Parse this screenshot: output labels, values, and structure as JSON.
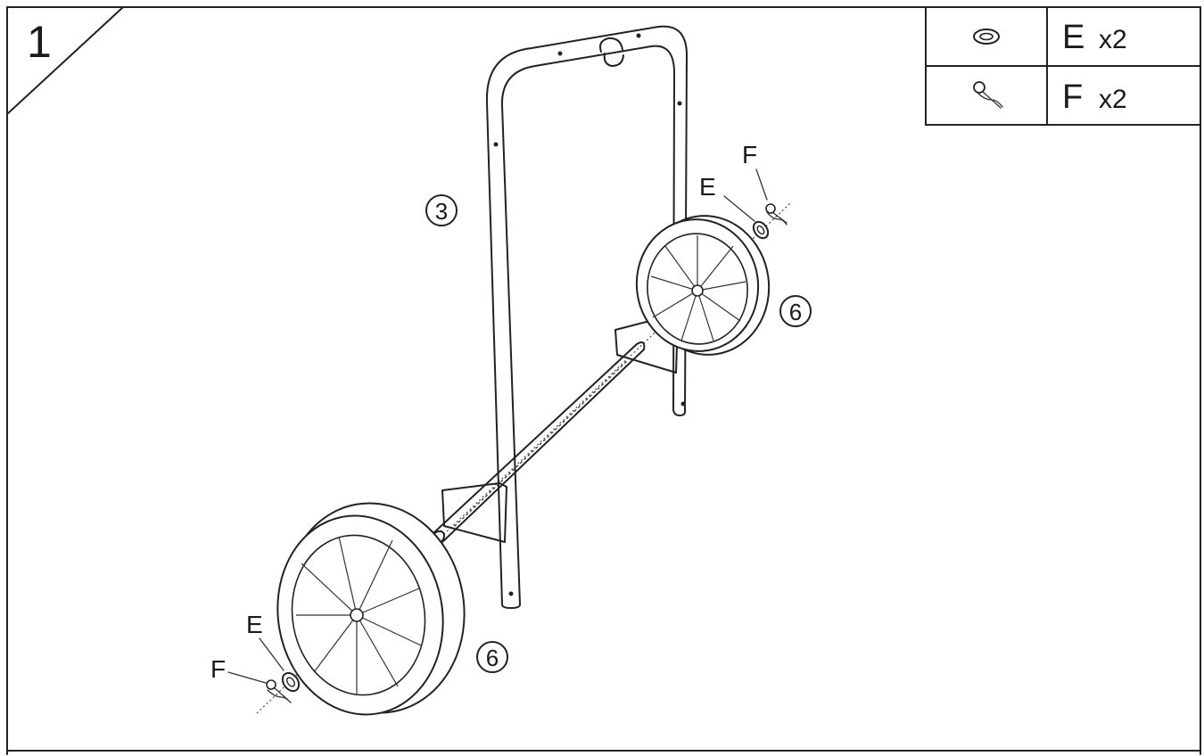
{
  "step": {
    "number": "1"
  },
  "parts_table": {
    "rows": [
      {
        "icon": "washer-icon",
        "label": "E",
        "qty": "x2"
      },
      {
        "icon": "hitch-pin-clip-icon",
        "label": "F",
        "qty": "x2"
      }
    ]
  },
  "callouts": {
    "frame_number": "3",
    "wheel_right_number": "6",
    "wheel_left_number": "6",
    "right_washer_letter": "E",
    "right_pin_letter": "F",
    "left_washer_letter": "E",
    "left_pin_letter": "F"
  }
}
